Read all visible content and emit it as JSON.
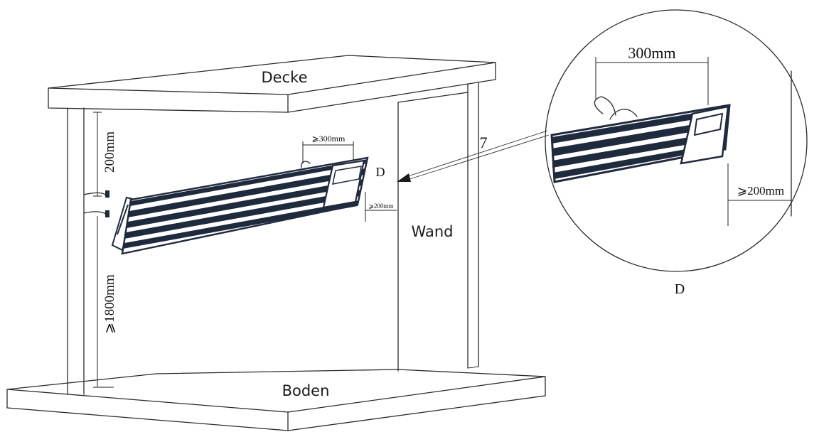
{
  "labels": {
    "ceiling": "Decke",
    "wall": "Wand",
    "floor": "Boden",
    "marker": "D",
    "detail_marker": "D",
    "post_mark": "7"
  },
  "dimensions": {
    "top_clearance": "200mm",
    "floor_clearance": "⩾1800mm",
    "spacing_small": "⩾300mm",
    "wall_small": "⩾200mm",
    "spacing_detail": "300mm",
    "wall_detail": "⩾200mm"
  },
  "colors": {
    "line": "#2a2a2a",
    "heater": "#1f2a3d"
  }
}
